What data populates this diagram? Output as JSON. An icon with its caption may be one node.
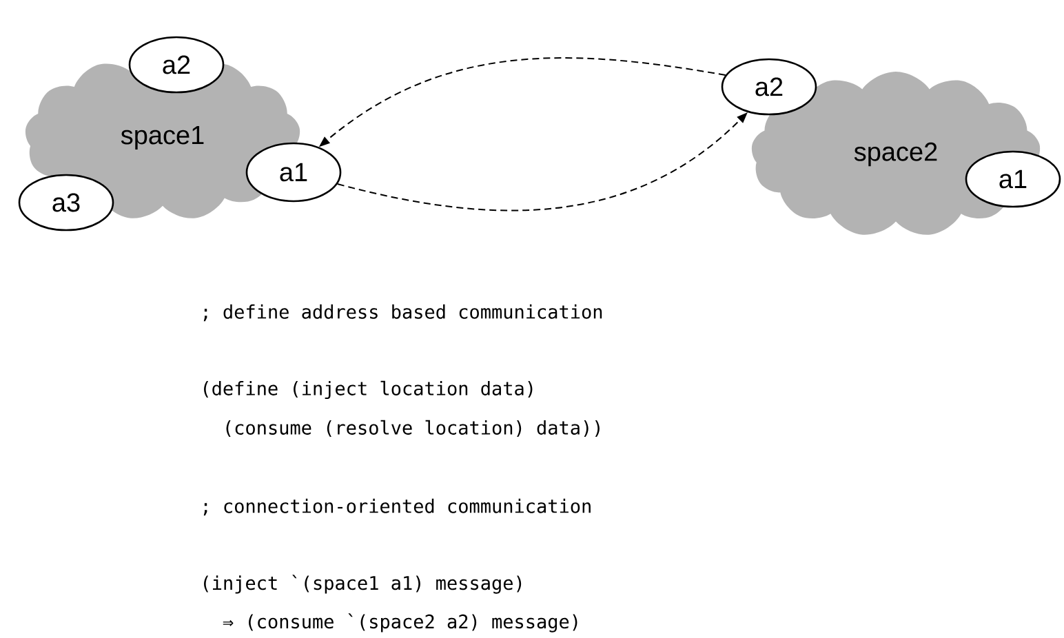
{
  "diagram": {
    "nodes": [
      {
        "text": [
          "space1"
        ]
      },
      {
        "text": [
          "a2"
        ]
      },
      {
        "text": [
          "a1"
        ]
      },
      {
        "text": [
          "a3"
        ]
      },
      {
        "text": [
          "space2"
        ]
      },
      {
        "text": [
          "a2"
        ]
      },
      {
        "text": [
          "a1"
        ]
      }
    ],
    "edges": [
      {
        "from": 5,
        "to": 2,
        "arrow": "to",
        "style": "dashed"
      },
      {
        "from": 2,
        "to": 5,
        "arrow": "to",
        "style": "dashed"
      }
    ],
    "labels": [
      "; define address based communication",
      "(define (inject location data)",
      "  (consume (resolve location) data))",
      "; connection-oriented communication",
      "(inject `(space1 a1) message)",
      "  ⇒ (consume `(space2 a2) message)"
    ]
  }
}
